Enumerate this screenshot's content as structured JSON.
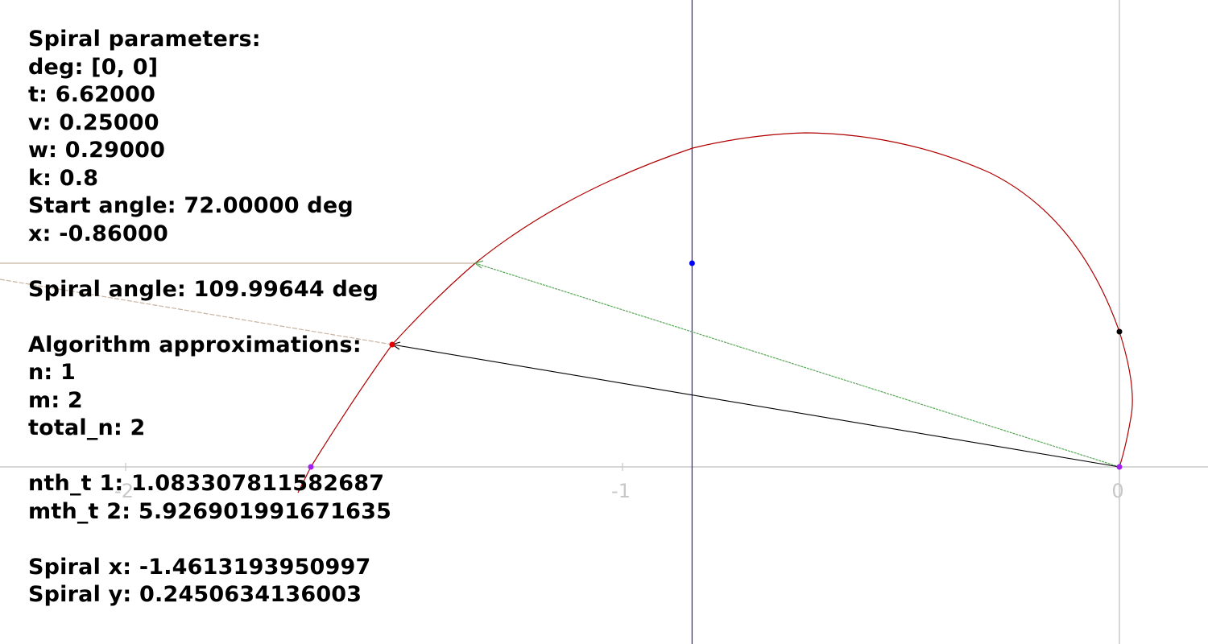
{
  "panel": {
    "params_heading": "Spiral parameters:",
    "deg": "deg: [0, 0]",
    "t": "t: 6.62000",
    "v": "v: 0.25000",
    "w": "w: 0.29000",
    "k": "k: 0.8",
    "start_angle": "Start angle: 72.00000 deg",
    "x": "x: -0.86000",
    "spiral_angle": "Spiral angle: 109.99644 deg",
    "algo_heading": "Algorithm approximations:",
    "n": "n: 1",
    "m": "m: 2",
    "total_n": "total_n: 2",
    "nth_t": "nth_t 1: 1.083307811582687",
    "mth_t": "mth_t 2: 5.926901991671635",
    "spiral_x": "Spiral x: -1.4613193950997",
    "spiral_y": "Spiral y: 0.2450634136003"
  },
  "axes": {
    "x_ticks": [
      {
        "value": -2,
        "label": "-2"
      },
      {
        "value": -1,
        "label": "-1"
      },
      {
        "value": 0,
        "label": "0"
      }
    ]
  },
  "colors": {
    "curve": "#b00000",
    "axis": "#c8c8c8",
    "vertical_line": "#3a3aa8",
    "green_vector": "#5aa85a",
    "black_vector": "#000000",
    "ray": "#c8b4a0",
    "point_red": "#e00000",
    "point_blue": "#0000ff",
    "point_black": "#000000",
    "point_purple": "#a020f0"
  },
  "points": {
    "origin": {
      "x": 0,
      "y": 0
    },
    "spiral_point": {
      "x": -1.4613193950997,
      "y": 0.2450634136003
    },
    "green_tip": {
      "x": -1.3,
      "y": 0.41
    },
    "blue_point": {
      "x": -0.86,
      "y": 0.41
    },
    "black_point": {
      "x": 0,
      "y": 0.27
    },
    "purple_point": {
      "x": -1.63,
      "y": 0
    }
  },
  "vertical_line_x": -0.86
}
